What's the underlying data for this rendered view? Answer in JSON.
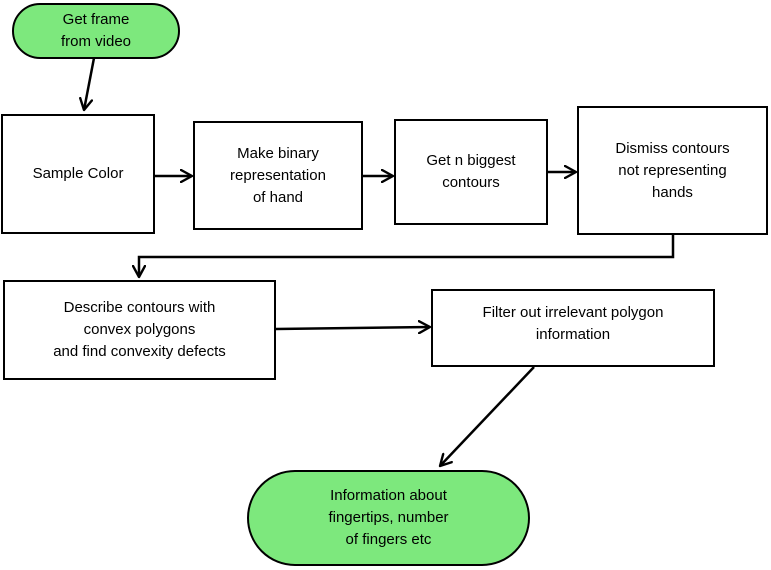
{
  "nodes": {
    "get_frame": {
      "lines": [
        "Get frame",
        "from video"
      ]
    },
    "sample_color": {
      "lines": [
        "Sample Color"
      ]
    },
    "make_binary": {
      "lines": [
        "Make binary",
        "representation",
        "of hand"
      ]
    },
    "get_contours": {
      "lines": [
        "Get n biggest",
        "contours"
      ]
    },
    "dismiss_contours": {
      "lines": [
        "Dismiss contours",
        "not representing",
        "hands"
      ]
    },
    "describe_contours": {
      "lines": [
        "Describe contours with",
        "convex polygons",
        "and find convexity defects"
      ]
    },
    "filter_info": {
      "lines": [
        "Filter out irrelevant polygon",
        "information"
      ]
    },
    "info_fingertips": {
      "lines": [
        "Information about",
        "fingertips, number",
        "of fingers etc"
      ]
    }
  },
  "colors": {
    "terminal_fill": "#7de87d",
    "stroke": "#000000",
    "background": "#ffffff"
  }
}
